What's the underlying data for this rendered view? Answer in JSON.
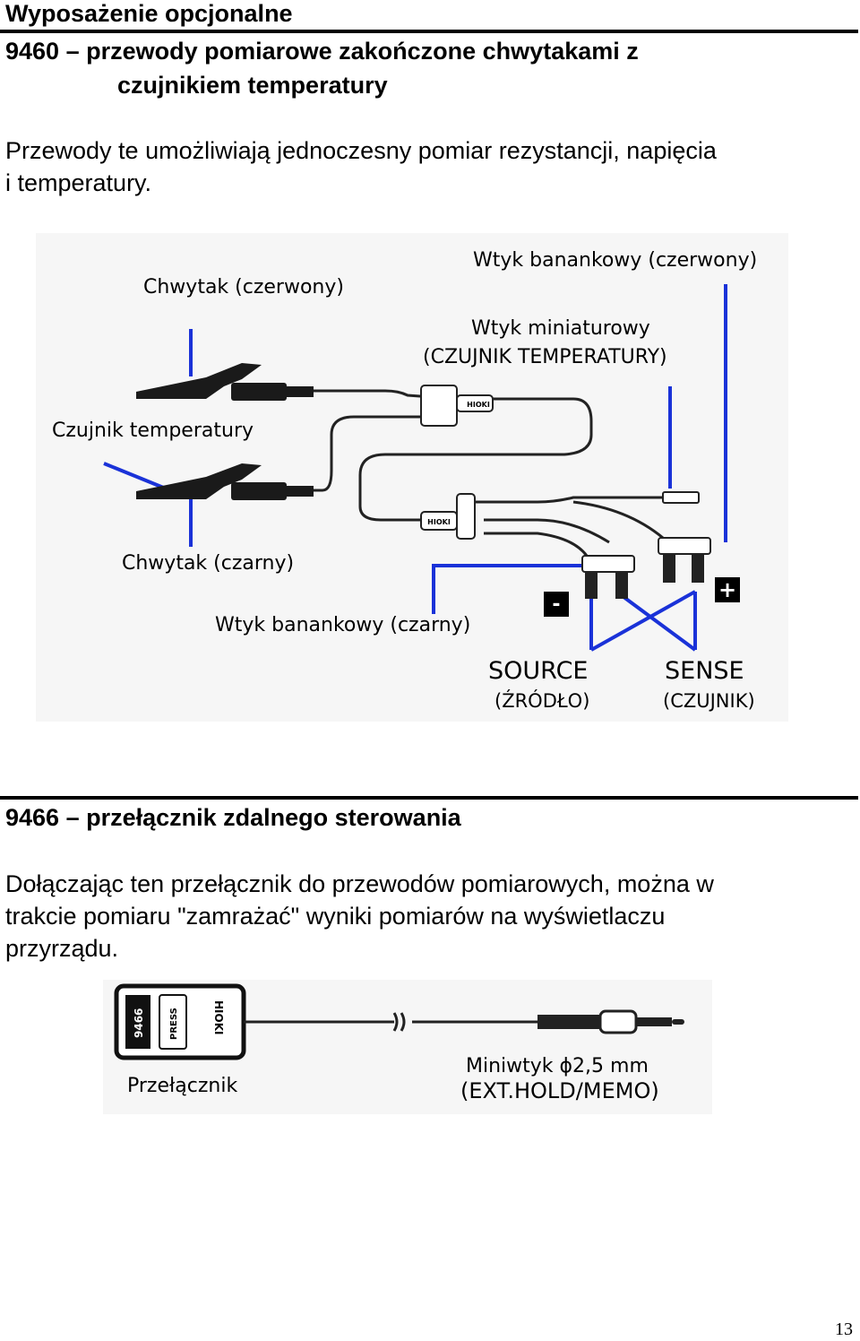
{
  "header": {
    "section_title": "Wyposażenie opcjonalne"
  },
  "item1": {
    "title_line1": "9460 – przewody pomiarowe zakończone chwytakami z",
    "title_line2": "czujnikiem temperatury",
    "description_line1": "Przewody te umożliwiają jednoczesny pomiar rezystancji, napięcia",
    "description_line2": "i temperatury.",
    "figure": {
      "label_banana_red": "Wtyk banankowy (czerwony)",
      "label_clip_red": "Chwytak (czerwony)",
      "label_mini_plug_line1": "Wtyk miniaturowy",
      "label_mini_plug_line2": "(CZUJNIK TEMPERATURY)",
      "label_temp_sensor": "Czujnik temperatury",
      "label_clip_black": "Chwytak (czarny)",
      "label_banana_black": "Wtyk banankowy (czarny)",
      "label_minus": "-",
      "label_plus": "+",
      "label_source": "SOURCE",
      "label_source_pl": "(ŹRÓDŁO)",
      "label_sense": "SENSE",
      "label_sense_pl": "(CZUJNIK)",
      "brand": "HIOKI"
    }
  },
  "item2": {
    "title": "9466 – przełącznik zdalnego sterowania",
    "description_line1": "Dołączając ten przełącznik do przewodów pomiarowych, można w",
    "description_line2": "trakcie pomiaru \"zamrażać\" wyniki pomiarów na wyświetlaczu",
    "description_line3": "przyrządu.",
    "figure": {
      "switch_model": "9466",
      "switch_button": "PRESS",
      "brand": "HIOKI",
      "label_switch": "Przełącznik",
      "label_miniplug_line1": "Miniwtyk  ϕ2,5 mm",
      "label_miniplug_line2": "(EXT.HOLD/MEMO)"
    }
  },
  "footer": {
    "page_number": "13"
  }
}
